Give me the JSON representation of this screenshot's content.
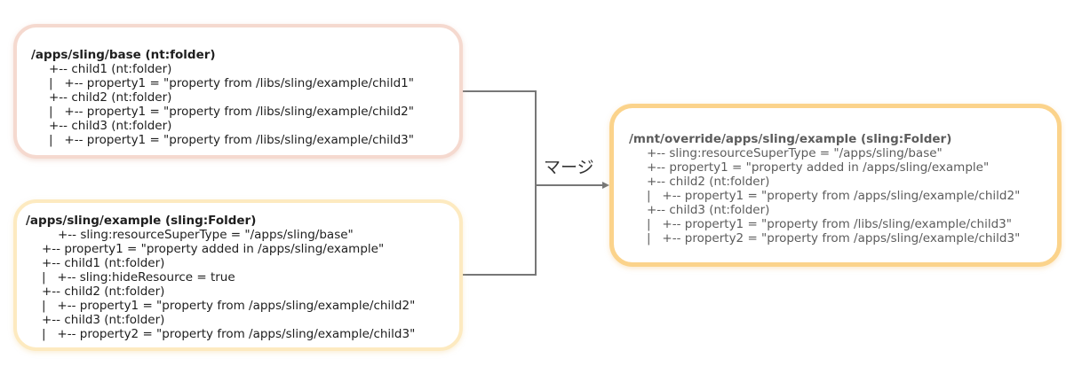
{
  "base": {
    "title": "/apps/sling/base (nt:folder)",
    "lines": [
      "+-- child1 (nt:folder)",
      "|   +-- property1 = \"property from /libs/sling/example/child1\"",
      "+-- child2 (nt:folder)",
      "|   +-- property1 = \"property from /libs/sling/example/child2\"",
      "+-- child3 (nt:folder)",
      "|   +-- property1 = \"property from /libs/sling/example/child3\""
    ]
  },
  "example": {
    "title": "/apps/sling/example (sling:Folder)",
    "lines": [
      "+-- sling:resourceSuperType = \"/apps/sling/base\"",
      "+-- property1 = \"property added in /apps/sling/example\"",
      "+-- child1 (nt:folder)",
      "|   +-- sling:hideResource = true",
      "+-- child2 (nt:folder)",
      "|   +-- property1 = \"property from /apps/sling/example/child2\"",
      "+-- child3 (nt:folder)",
      "|   +-- property2 = \"property from /apps/sling/example/child3\""
    ]
  },
  "merge_label": "マージ",
  "result": {
    "title": "/mnt/override/apps/sling/example (sling:Folder)",
    "lines": [
      "+-- sling:resourceSuperType = \"/apps/sling/base\"",
      "+-- property1 = \"property added in /apps/sling/example\"",
      "+-- child2 (nt:folder)",
      "|   +-- property1 = \"property from /apps/sling/example/child2\"",
      "+-- child3 (nt:folder)",
      "|   +-- property1 = \"property from /libs/sling/example/child3\"",
      "|   +-- property2 = \"property from /apps/sling/example/child3\""
    ]
  },
  "colors": {
    "base_border": "#f5d9cf",
    "example_border": "#fdeac0",
    "result_border": "#fbd38b",
    "connector": "#777777"
  }
}
